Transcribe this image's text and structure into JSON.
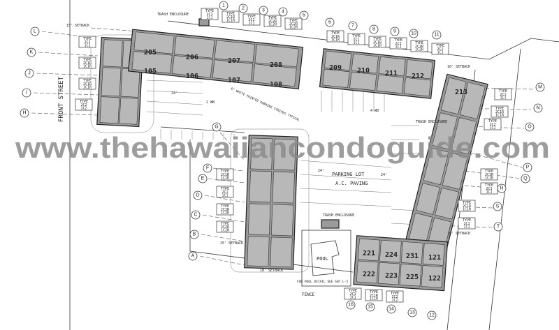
{
  "watermark": "www.thehawaiiancondoguide.com",
  "street_label": "FRONT STREET",
  "labels": {
    "parking_lot": "PARKING LOT",
    "ac_paving": "A.C. PAVING",
    "pool": "POOL",
    "trash_enclosure_top": "TRASH ENCLOSURE",
    "trash_enclosure_right": "TRASH ENCLOSURE",
    "trash_enclosure_bottom": "TRASH ENCLOSURE",
    "setback_15_left": "15' SETBACK",
    "setback_10_right": "10' SETBACK",
    "setback_10_lower": "10' SETBACK",
    "setback_10_bottom": "10' SETBACK",
    "setback_15_mid": "15' SETBACK",
    "fence": "FENCE",
    "pool_detail": "FOR POOL DETAIL SEE SHT L-5",
    "painted_stripes": "6\" WHITE PAINTED PARKING STRIPES TYPICAL",
    "wb2": "2 WB",
    "wb4": "4 WB",
    "dim24a": "24'",
    "dim24b": "24'",
    "dim24c": "24'"
  },
  "grid_markers": [
    "1",
    "2",
    "3",
    "4",
    "5",
    "6",
    "7",
    "8",
    "9",
    "10",
    "11",
    "12",
    "13",
    "14",
    "15",
    "16",
    "A",
    "B",
    "C",
    "D",
    "E",
    "F",
    "G",
    "H",
    "I",
    "J",
    "K",
    "L",
    "M",
    "N",
    "O",
    "P",
    "Q",
    "R",
    "S",
    "T"
  ],
  "units": [
    "205",
    "206",
    "207",
    "208",
    "105",
    "106",
    "107",
    "108",
    "209",
    "210",
    "211",
    "212",
    "213",
    "221",
    "224",
    "231",
    "121",
    "222",
    "223",
    "225",
    "122"
  ],
  "type_boxes": [
    "TYPE 2C1 1C1",
    "TYPE 2C1R 1C1R",
    "TYPE 2C1 1C1",
    "TYPE 2C2R 1C2R",
    "TYPE 2C2R 1C2R",
    "TYPE 2C1R 1C1R",
    "TYPE 2C1 1C1",
    "TYPE 2C1R 1C1R",
    "TYPE 2C1 1C1",
    "TYPE 2C2R 1C2R",
    "TYPE 2C1 1C1",
    "TYPE 2C1R 1C1R",
    "TYPE 2C2 1C2",
    "TYPE 2C1 1C1",
    "TYPE 2C1R 1C1R",
    "TYPE 2C1 1C1",
    "TYPE 2C1R 1C1R",
    "TYPE 2C2 1C2",
    "TYPE 2C1R 1C1R",
    "TYPE 2C1 1C1",
    "TYPE 2C1R 1C1R",
    "TYPE 2C1 1C1",
    "TYPE 2C1R 1C1R",
    "TYPE 2C1 1C1",
    "TYPE 2C2R 1C2R",
    "TYPE 2C2R 1C2R",
    "TYPE 2C1 1C1",
    "TYPE 2C1R 1C1R",
    "TYPE 2C2 1C2"
  ]
}
